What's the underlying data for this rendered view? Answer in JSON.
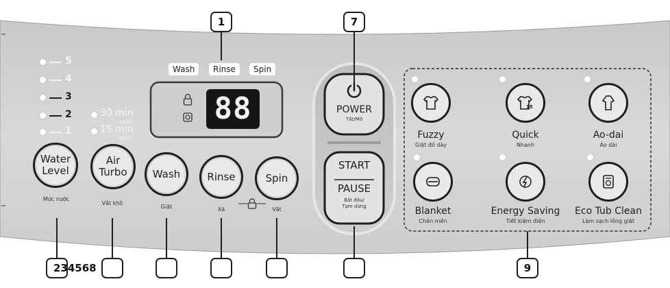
{
  "water_level": {
    "levels": [
      "5",
      "4",
      "3",
      "2",
      "1"
    ],
    "button_line1": "Water",
    "button_line2": "Level",
    "sublabel": "Mức nước"
  },
  "air_turbo": {
    "time_30": "30 min",
    "time_30_sub": "phút",
    "time_15": "15 min",
    "time_15_sub": "phút",
    "button_line1": "Air",
    "button_line2": "Turbo",
    "sublabel": "Vắt khô"
  },
  "display": {
    "stages": [
      "Wash",
      "Rinse",
      "Spin"
    ],
    "digits": "88"
  },
  "buttons": {
    "wash": {
      "label": "Wash",
      "sublabel": "Giặt"
    },
    "rinse": {
      "label": "Rinse",
      "sublabel": "Xả"
    },
    "spin": {
      "label": "Spin",
      "sublabel": "Vắt"
    }
  },
  "power": {
    "label": "POWER",
    "sublabel": "Tắt/Mở"
  },
  "start_pause": {
    "line1": "START",
    "line2": "PAUSE",
    "sub1": "Bắt đầu/",
    "sub2": "Tạm dừng"
  },
  "programs": [
    {
      "name": "Fuzzy",
      "sub": "Giặt đồ dày",
      "icon": "shirt-icon",
      "glyph": "👕"
    },
    {
      "name": "Quick",
      "sub": "Nhanh",
      "icon": "quick-shirt-icon",
      "glyph": "👕"
    },
    {
      "name": "Ao-dai",
      "sub": "Áo dài",
      "icon": "ao-dai-icon",
      "glyph": "⇧"
    },
    {
      "name": "Blanket",
      "sub": "Chăn mền",
      "icon": "blanket-icon",
      "glyph": "⊖"
    },
    {
      "name": "Energy Saving",
      "sub": "Tiết kiệm điện",
      "icon": "energy-saving-icon",
      "glyph": "⚡"
    },
    {
      "name": "Eco Tub Clean",
      "sub": "Làm sạch lồng giặt",
      "icon": "tub-clean-icon",
      "glyph": "▤"
    }
  ],
  "callouts": {
    "top_display": "1",
    "top_power": "7",
    "bottom_programs": "9",
    "bottom_merged": "234568"
  }
}
